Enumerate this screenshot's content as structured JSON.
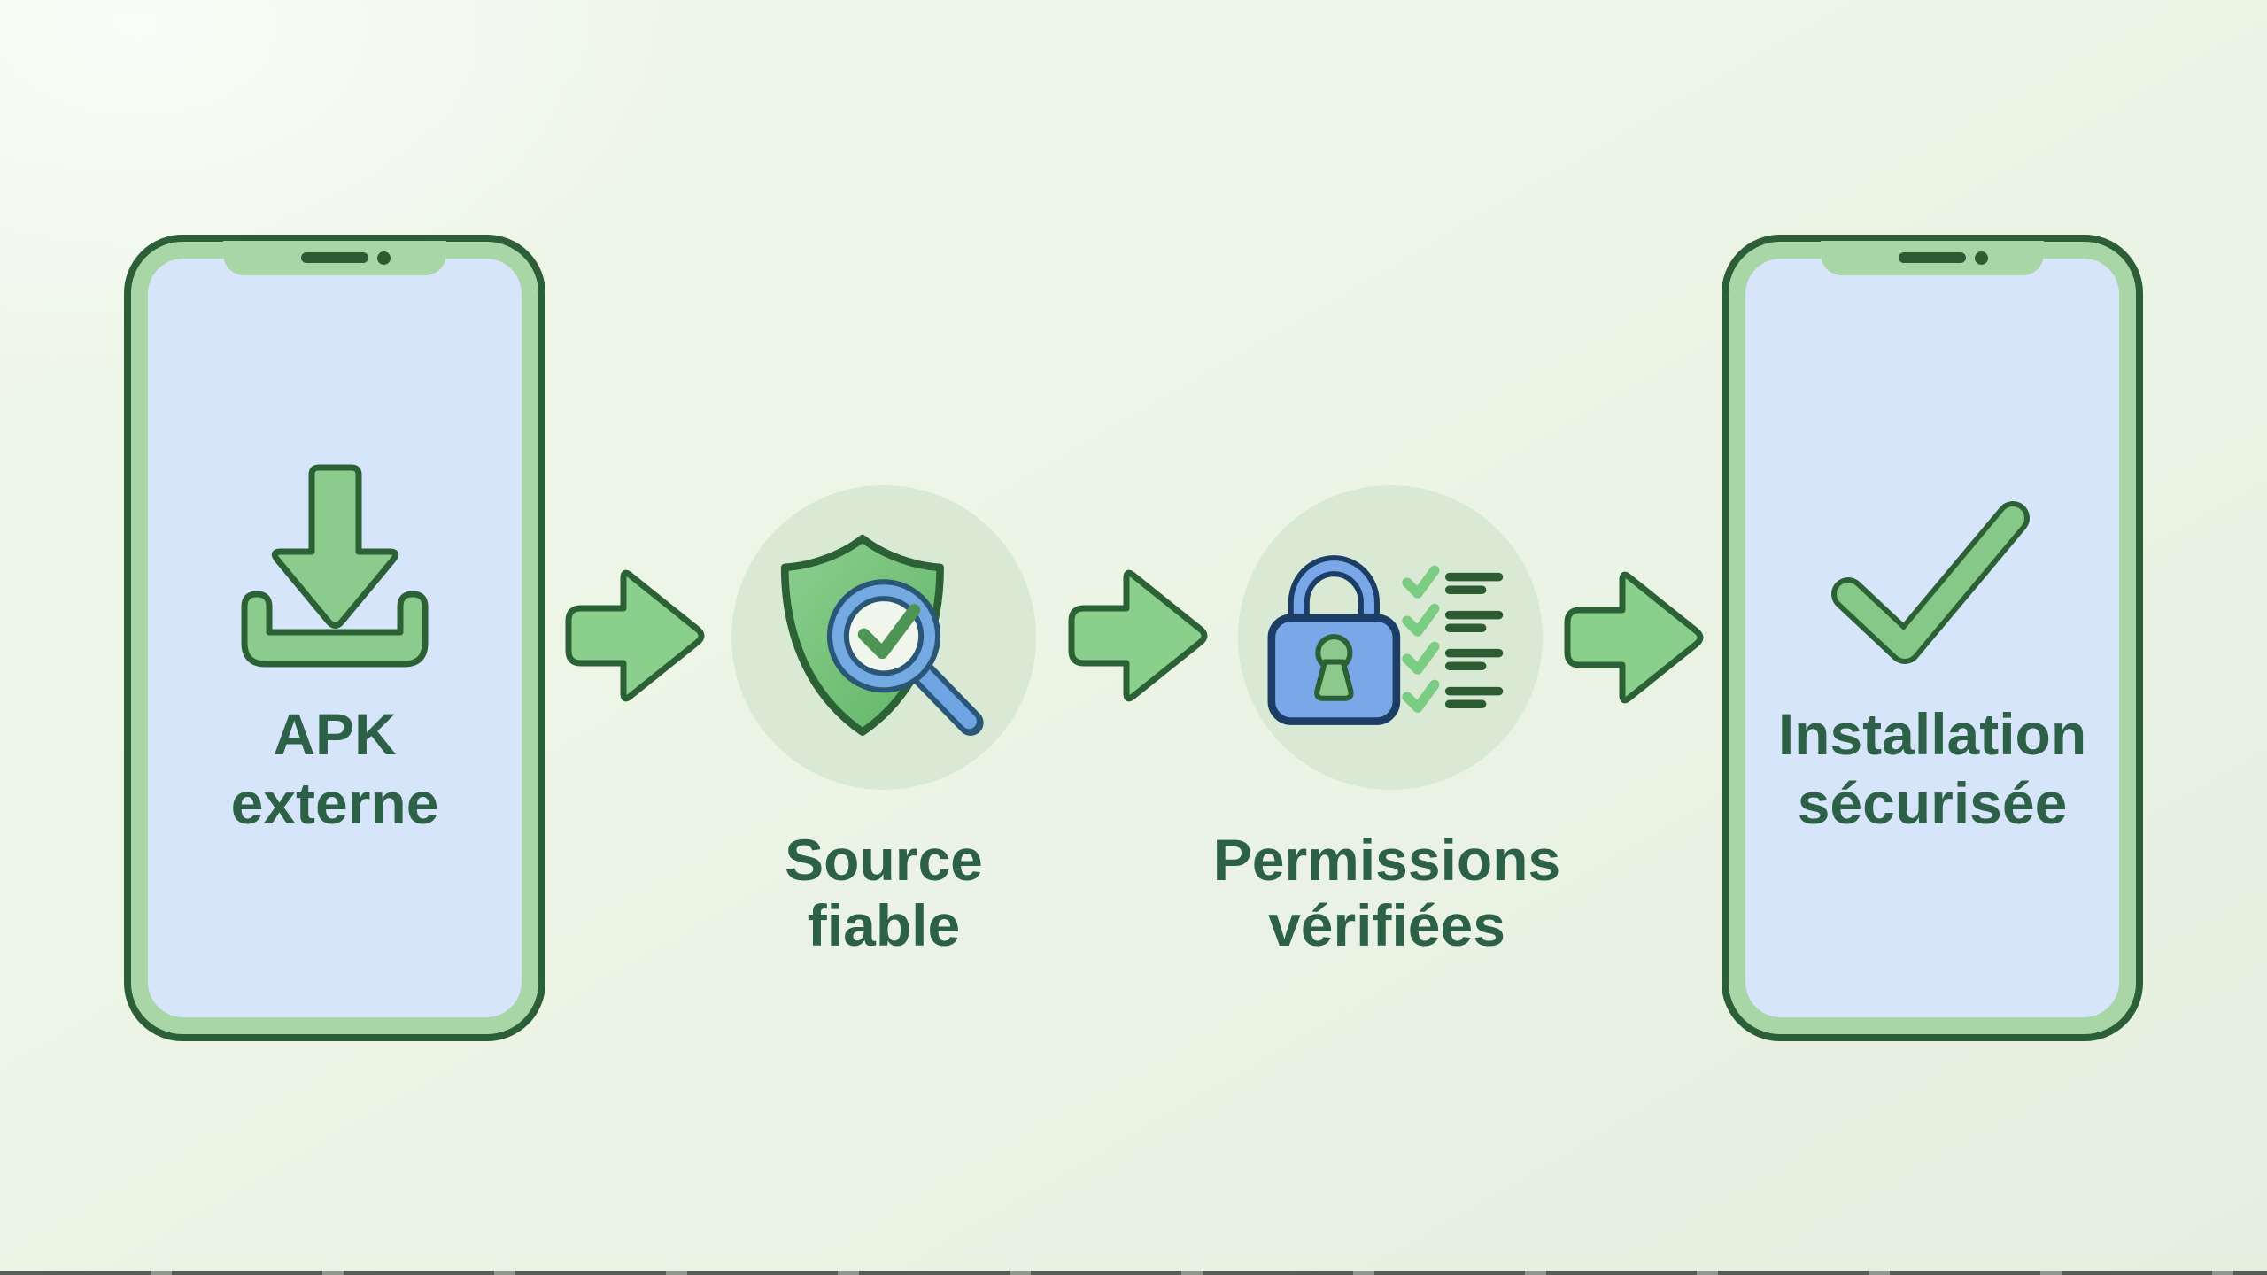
{
  "diagram": {
    "description": "Secure external APK installation flow",
    "steps": [
      {
        "type": "phone",
        "icon": "download-icon",
        "label": [
          "APK",
          "externe"
        ]
      },
      {
        "type": "badge",
        "icon": "shield-magnifier-icon",
        "label": [
          "Source",
          "fiable"
        ]
      },
      {
        "type": "badge",
        "icon": "lock-checklist-icon",
        "label": [
          "Permissions",
          "vérifiées"
        ]
      },
      {
        "type": "phone",
        "icon": "checkmark-icon",
        "label": [
          "Installation",
          "sécurisée"
        ]
      }
    ],
    "connectors": [
      {
        "icon": "arrow-right-icon"
      },
      {
        "icon": "arrow-right-icon"
      },
      {
        "icon": "arrow-right-icon"
      }
    ],
    "colors": {
      "background": "#ebf4e4",
      "phone_bezel": "#a9d6a6",
      "phone_outline": "#2c5e38",
      "phone_screen": "#d7e5fa",
      "badge_background": "#d9e9d3",
      "icon_green": "#8bcb8d",
      "icon_green_dark": "#2b6135",
      "magnifier_blue": "#74a9e2",
      "magnifier_outline": "#2a5677",
      "lock_blue": "#79a7e8",
      "lock_outline": "#1c3e66",
      "keyhole_green": "#8cc98c",
      "check_light_green": "#7bcd84",
      "list_line_green": "#2d5c33",
      "text": "#2d6147"
    }
  }
}
